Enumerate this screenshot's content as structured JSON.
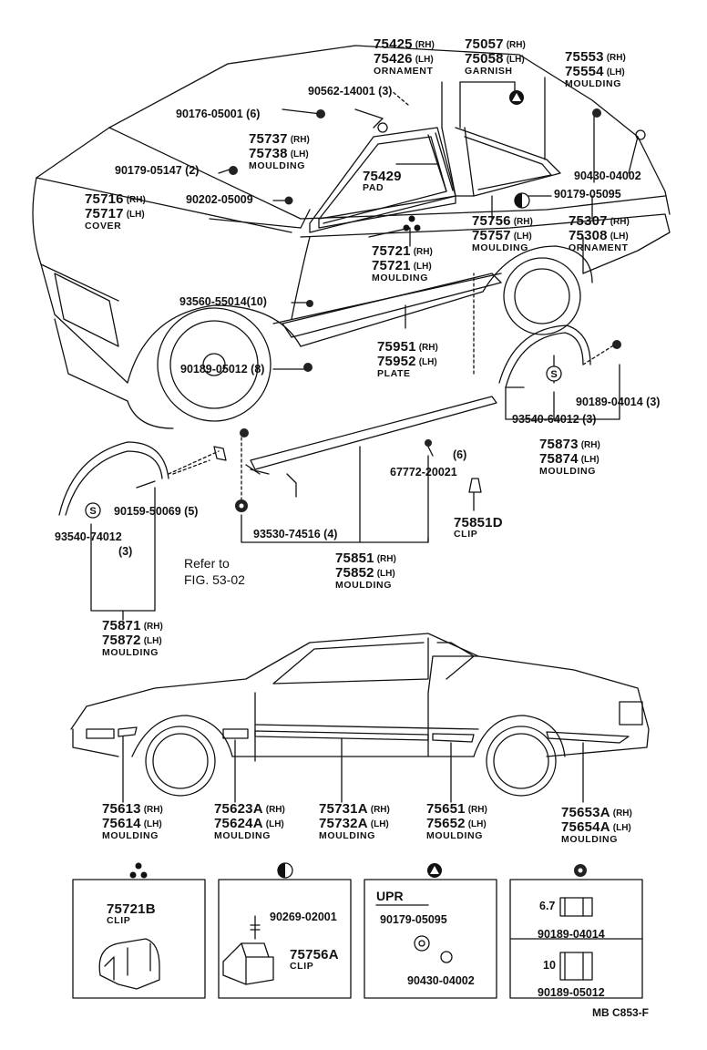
{
  "labels": {
    "ornament_75425": {
      "a": "75425",
      "as": "(RH)",
      "b": "75426",
      "bs": "(LH)",
      "name": "ORNAMENT"
    },
    "garnish_75057": {
      "a": "75057",
      "as": "(RH)",
      "b": "75058",
      "bs": "(LH)",
      "name": "GARNISH"
    },
    "moulding_75553": {
      "a": "75553",
      "as": "(RH)",
      "b": "75554",
      "bs": "(LH)",
      "name": "MOULDING"
    },
    "screw_90562": "90562-14001 (3)",
    "nut_90176": "90176-05001 (6)",
    "moulding_75737": {
      "a": "75737",
      "as": "(RH)",
      "b": "75738",
      "bs": "(LH)",
      "name": "MOULDING"
    },
    "clip_90179_05147": "90179-05147 (2)",
    "pad_75429": {
      "a": "75429",
      "name": "PAD"
    },
    "clip_90430_04002": "90430-04002",
    "cover_75716": {
      "a": "75716",
      "as": "(RH)",
      "b": "75717",
      "bs": "(LH)",
      "name": "COVER"
    },
    "clip_90202": "90202-05009",
    "nut_90179_05095": "90179-05095",
    "moulding_75756": {
      "a": "75756",
      "as": "(RH)",
      "b": "75757",
      "bs": "(LH)",
      "name": "MOULDING"
    },
    "ornament_75307": {
      "a": "75307",
      "as": "(RH)",
      "b": "75308",
      "bs": "(LH)",
      "name": "ORNAMENT"
    },
    "moulding_75721": {
      "a": "75721",
      "as": "(RH)",
      "b": "75721",
      "bs": "(LH)",
      "name": "MOULDING"
    },
    "screw_93560": "93560-55014(10)",
    "plate_75951": {
      "a": "75951",
      "as": "(RH)",
      "b": "75952",
      "bs": "(LH)",
      "name": "PLATE"
    },
    "clip_90189_05012_8": "90189-05012 (8)",
    "clip_90189_04014_3": "90189-04014 (3)",
    "clip_93540_64012": "93540-64012 (3)",
    "moulding_75873": {
      "a": "75873",
      "as": "(RH)",
      "b": "75874",
      "bs": "(LH)",
      "name": "MOULDING"
    },
    "qty_6": "(6)",
    "clip_67772": "67772-20021",
    "clip_90159": "90159-50069 (5)",
    "clip_93540_74012": "93540-74012",
    "qty_3": "(3)",
    "refer_line1": "Refer to",
    "refer_line2": "FIG. 53-02",
    "screw_93530": "93530-74516 (4)",
    "clip_75851d": {
      "a": "75851D",
      "name": "CLIP"
    },
    "moulding_75851": {
      "a": "75851",
      "as": "(RH)",
      "b": "75852",
      "bs": "(LH)",
      "name": "MOULDING"
    },
    "moulding_75871": {
      "a": "75871",
      "as": "(RH)",
      "b": "75872",
      "bs": "(LH)",
      "name": "MOULDING"
    },
    "moulding_75613": {
      "a": "75613",
      "as": "(RH)",
      "b": "75614",
      "bs": "(LH)",
      "name": "MOULDING"
    },
    "moulding_75623a": {
      "a": "75623A",
      "as": "(RH)",
      "b": "75624A",
      "bs": "(LH)",
      "name": "MOULDING"
    },
    "moulding_75731a": {
      "a": "75731A",
      "as": "(RH)",
      "b": "75732A",
      "bs": "(LH)",
      "name": "MOULDING"
    },
    "moulding_75651": {
      "a": "75651",
      "as": "(RH)",
      "b": "75652",
      "bs": "(LH)",
      "name": "MOULDING"
    },
    "moulding_75653a": {
      "a": "75653A",
      "as": "(RH)",
      "b": "75654A",
      "bs": "(LH)",
      "name": "MOULDING"
    }
  },
  "detail_boxes": {
    "box1": {
      "part": "75721B",
      "name": "CLIP"
    },
    "box2": {
      "bolt": "90269-02001",
      "part": "75756A",
      "name": "CLIP"
    },
    "box3": {
      "upr": "UPR",
      "nut": "90179-05095",
      "clip": "90430-04002"
    },
    "box4": {
      "dim1": "6.7",
      "part1": "90189-04014",
      "dim2": "10",
      "part2": "90189-05012"
    }
  },
  "footer": "MB  C853-F",
  "icons": [
    "three-dot-clip-symbol",
    "half-circle-symbol",
    "triangle-symbol",
    "ring-symbol",
    "s-clip-symbol"
  ]
}
